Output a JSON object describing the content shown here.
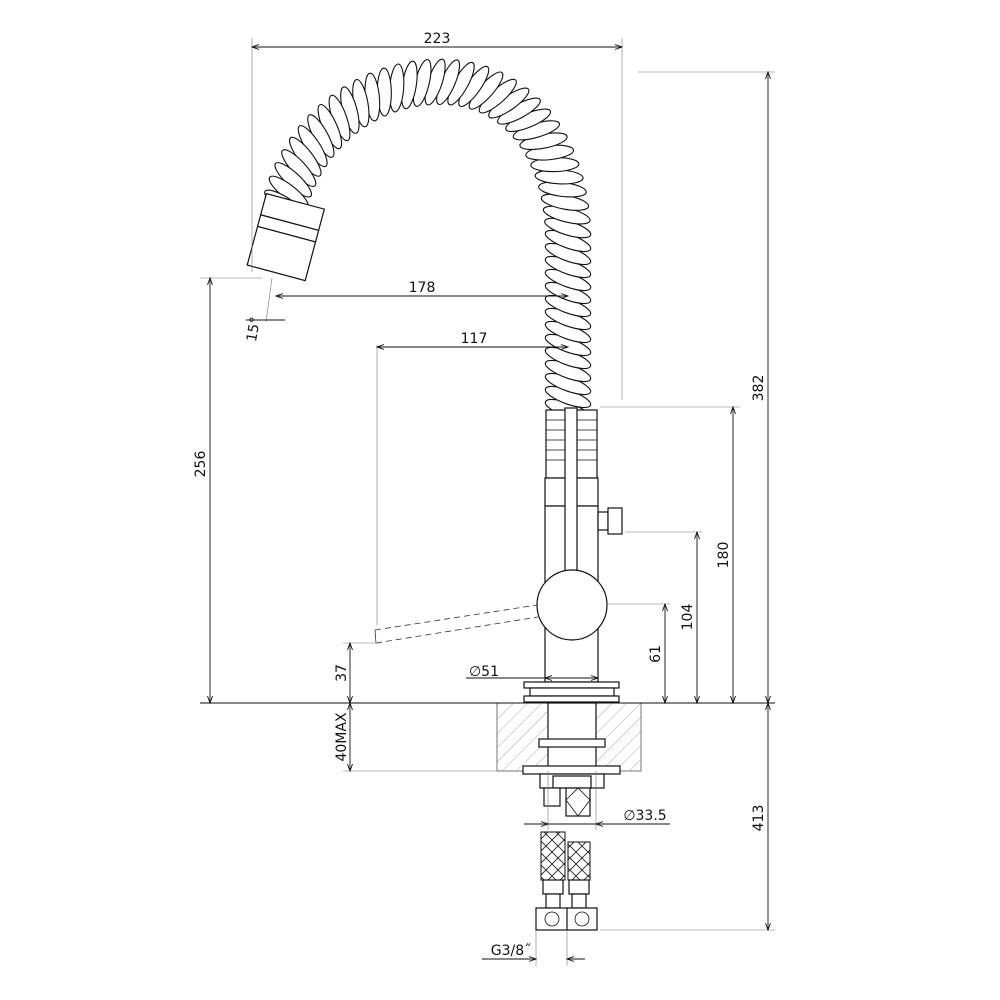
{
  "dimensions": {
    "overall_width": "223",
    "spout_reach": "178",
    "lever_reach": "117",
    "outlet_height": "256",
    "overall_height": "382",
    "body_height": "180",
    "handle_height": "104",
    "base_height": "61",
    "lever_clearance": "37",
    "deck_thickness": "40MAX",
    "base_diameter": "∅51",
    "hole_diameter": "∅33.5",
    "hose_length": "413",
    "connection_thread": "G3/8˝",
    "angle": "15°"
  }
}
